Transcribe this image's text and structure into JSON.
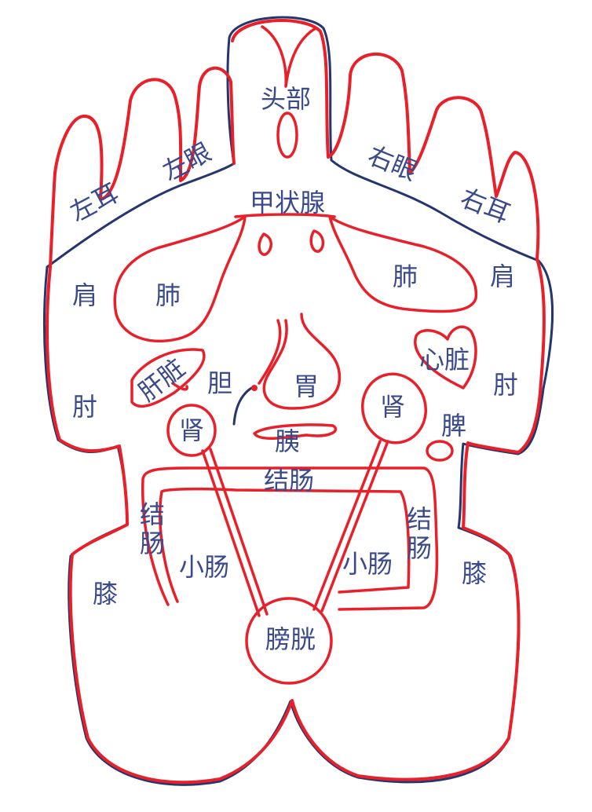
{
  "labels": {
    "head": "头部",
    "left_eye": "左眼",
    "right_eye": "右眼",
    "left_ear": "左耳",
    "right_ear": "右耳",
    "thyroid": "甲状腺",
    "lung_left": "肺",
    "lung_right": "肺",
    "shoulder_left": "肩",
    "shoulder_right": "肩",
    "heart": "心脏",
    "liver": "肝脏",
    "gallbladder": "胆",
    "stomach": "胃",
    "elbow_left": "肘",
    "elbow_right": "肘",
    "kidney_left": "肾",
    "kidney_right": "肾",
    "spleen": "脾",
    "pancreas": "胰",
    "colon_transverse": "结肠",
    "colon_left_1": "结",
    "colon_left_2": "肠",
    "colon_right_1": "结",
    "colon_right_2": "肠",
    "small_intestine_left": "小肠",
    "small_intestine_right": "小肠",
    "knee_left": "膝",
    "knee_right": "膝",
    "bladder": "膀胱"
  },
  "colors": {
    "outline_red": "#e8202a",
    "outline_blue": "#25356e",
    "label_text": "#3a4a8c",
    "background": "#ffffff"
  }
}
